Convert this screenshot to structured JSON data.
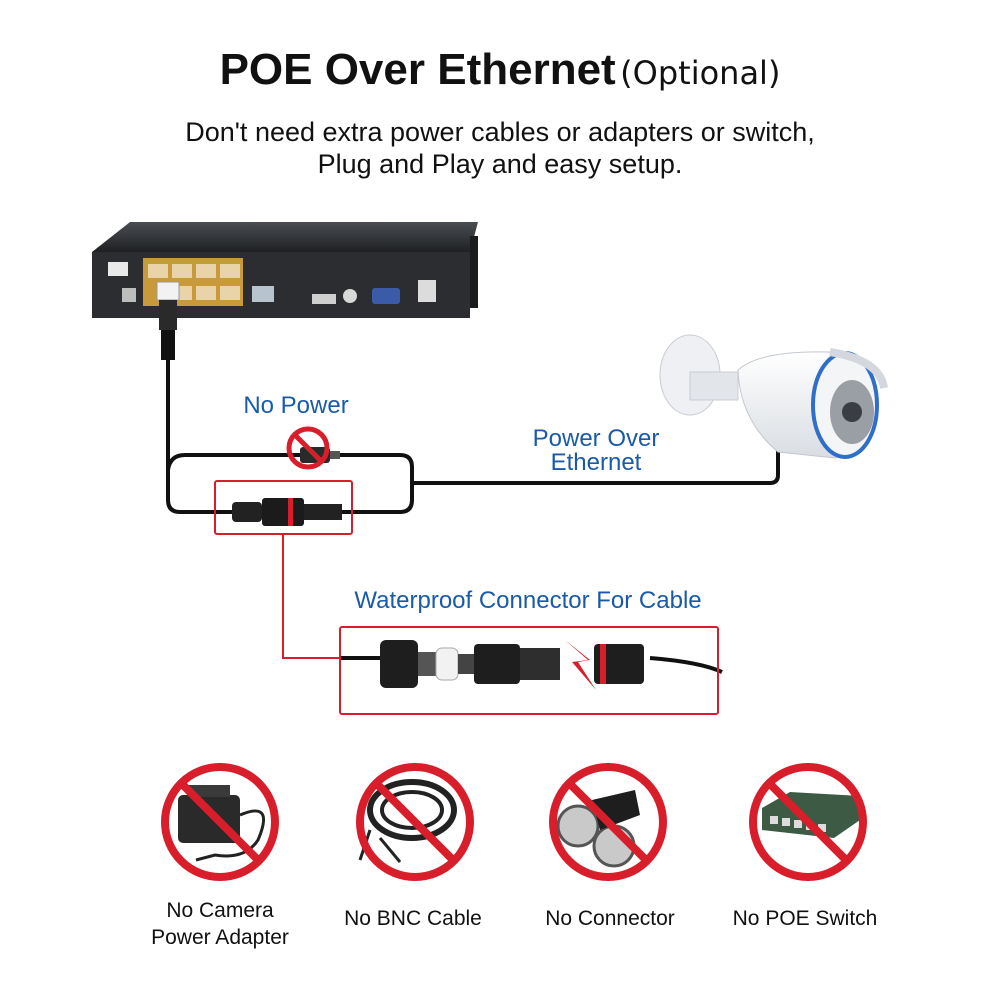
{
  "title": {
    "main": "POE Over Ethernet",
    "optional": "(Optional)"
  },
  "subtitle": {
    "line1": "Don't need extra power cables or adapters or switch,",
    "line2": "Plug and Play and easy setup."
  },
  "diagram": {
    "no_power": "No Power",
    "poe_line1": "Power Over",
    "poe_line2": "Ethernet",
    "waterproof": "Waterproof Connector For Cable"
  },
  "bottom_items": [
    {
      "line1": "No Camera",
      "line2": "Power Adapter",
      "icon": "power-adapter-icon"
    },
    {
      "line1": "No BNC Cable",
      "icon": "bnc-cable-icon"
    },
    {
      "line1": "No Connector",
      "icon": "connector-icon"
    },
    {
      "line1": "No POE Switch",
      "icon": "poe-switch-icon"
    }
  ],
  "colors": {
    "label_blue": "#1a5aa8",
    "red": "#d81e2a",
    "cable": "#111111"
  }
}
